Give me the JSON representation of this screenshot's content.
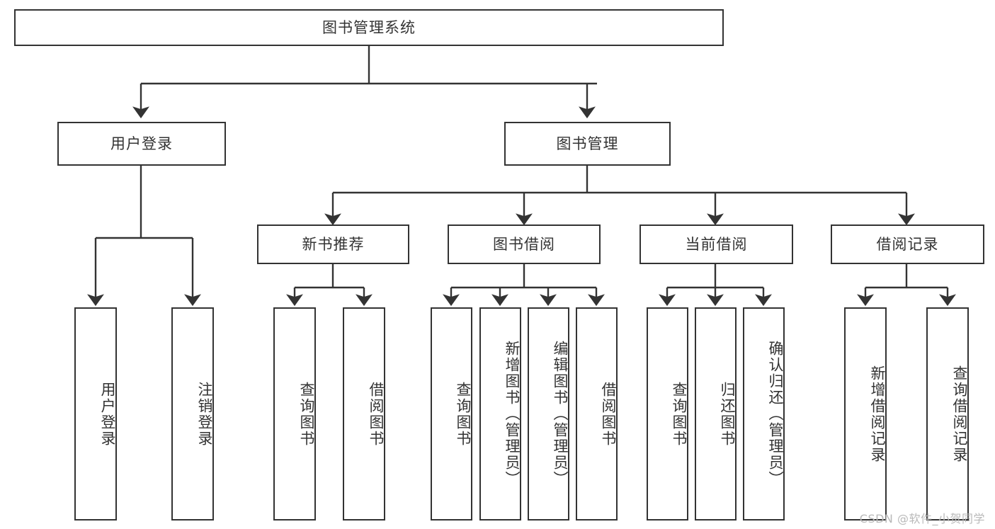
{
  "diagram": {
    "type": "tree-hierarchy",
    "title": "图书管理系统",
    "root": {
      "label": "图书管理系统"
    },
    "level1": [
      {
        "id": "user-login",
        "label": "用户登录"
      },
      {
        "id": "book-management",
        "label": "图书管理"
      }
    ],
    "level2": [
      {
        "id": "new-book-recommend",
        "label": "新书推荐",
        "parent": "book-management"
      },
      {
        "id": "book-borrow",
        "label": "图书借阅",
        "parent": "book-management"
      },
      {
        "id": "current-borrow",
        "label": "当前借阅",
        "parent": "book-management"
      },
      {
        "id": "borrow-record",
        "label": "借阅记录",
        "parent": "book-management"
      }
    ],
    "leaves": {
      "user_login": [
        {
          "id": "leaf-user-login",
          "label": "用户登录"
        },
        {
          "id": "leaf-logout",
          "label": "注销登录"
        }
      ],
      "new_book_recommend": [
        {
          "id": "leaf-query-book-1",
          "label": "查询图书"
        },
        {
          "id": "leaf-borrow-book-1",
          "label": "借阅图书"
        }
      ],
      "book_borrow": [
        {
          "id": "leaf-query-book-2",
          "label": "查询图书"
        },
        {
          "id": "leaf-add-book",
          "label": "新增图书（管理员）"
        },
        {
          "id": "leaf-edit-book",
          "label": "编辑图书（管理员）"
        },
        {
          "id": "leaf-borrow-book-2",
          "label": "借阅图书"
        }
      ],
      "current_borrow": [
        {
          "id": "leaf-query-book-3",
          "label": "查询图书"
        },
        {
          "id": "leaf-return-book",
          "label": "归还图书"
        },
        {
          "id": "leaf-confirm-return",
          "label": "确认归还（管理员）"
        }
      ],
      "borrow_record": [
        {
          "id": "leaf-add-record",
          "label": "新增借阅记录"
        },
        {
          "id": "leaf-query-record",
          "label": "查询借阅记录"
        }
      ]
    },
    "colors": {
      "stroke": "#333333",
      "fill": "#ffffff",
      "text": "#333333",
      "watermark": "#b9b9b9"
    }
  },
  "watermark": {
    "text": "CSDN @软件_小贺同学"
  }
}
